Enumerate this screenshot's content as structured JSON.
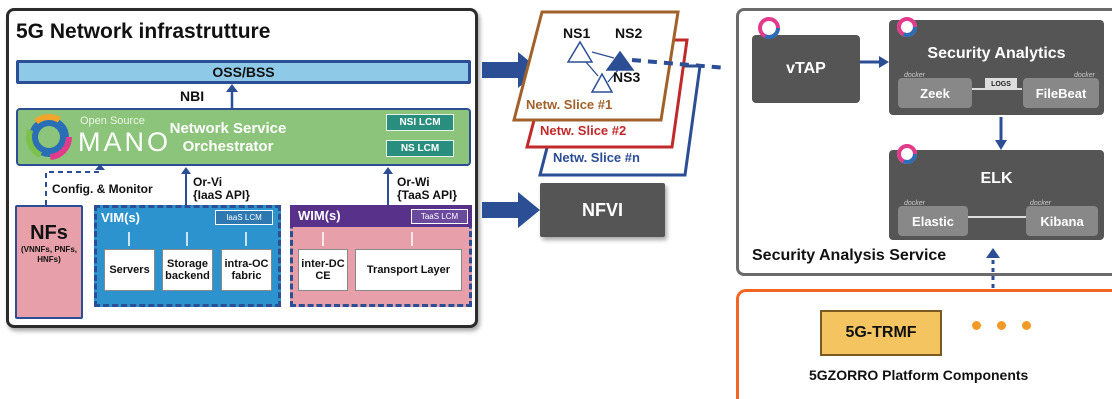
{
  "infra": {
    "title": "5G Network infrastrutture",
    "oss_bss": "OSS/BSS",
    "nbi": "NBI",
    "mano": {
      "open_source": "Open Source",
      "name": "MANO",
      "orchestrator_line1": "Network Service",
      "orchestrator_line2": "Orchestrator",
      "nsi_lcm": "NSI LCM",
      "ns_lcm": "NS LCM"
    },
    "config_monitor": "Config. & Monitor",
    "or_vi_line1": "Or-Vi",
    "or_vi_line2": "{IaaS API}",
    "or_wi_line1": "Or-Wi",
    "or_wi_line2": "{TaaS API}",
    "nfs_title": "NFs",
    "nfs_sub": "(VNNFs, PNFs, HNFs)",
    "vim": {
      "title": "VIM(s)",
      "lcm": "IaaS LCM",
      "servers": "Servers",
      "storage": "Storage backend",
      "intra": "intra-OC fabric"
    },
    "wim": {
      "title": "WIM(s)",
      "lcm": "TaaS LCM",
      "inter_dc": "inter-DC CE",
      "transport": "Transport Layer"
    }
  },
  "slices": {
    "ns1": "NS1",
    "ns2": "NS2",
    "ns3": "NS3",
    "slice1": "Netw. Slice #1",
    "slice2": "Netw. Slice #2",
    "slicen": "Netw. Slice #n"
  },
  "nfvi": "NFVI",
  "security": {
    "title": "Security Analysis Service",
    "vtap": "vTAP",
    "analytics_title": "Security Analytics",
    "zeek": "Zeek",
    "filebeat": "FileBeat",
    "logs": "LOGS",
    "elk_title": "ELK",
    "elastic": "Elastic",
    "kibana": "Kibana",
    "docker": "docker"
  },
  "zorro": {
    "trmf": "5G-TRMF",
    "title": "5GZORRO Platform Components"
  },
  "colors": {
    "accent_blue": "#2b4e94",
    "mano_green": "#8dc47b",
    "vim_blue": "#2d93cf",
    "wim_purple": "#58318a",
    "nf_pink": "#e7a0aa",
    "zorro_orange": "#f26522",
    "trmf_yellow": "#f3c460"
  }
}
